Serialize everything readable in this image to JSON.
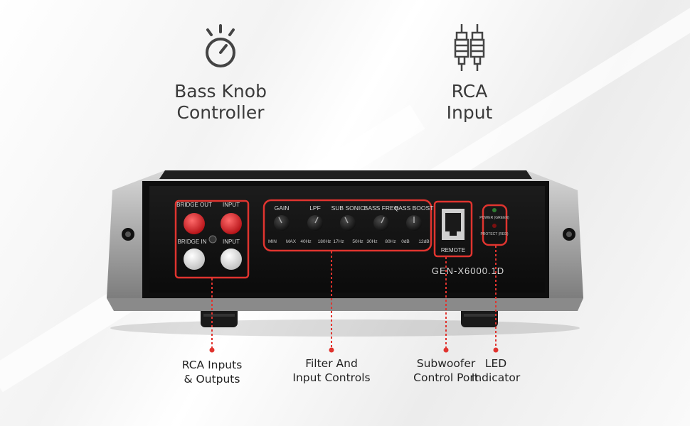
{
  "features": [
    {
      "label_line1": "Bass Knob",
      "label_line2": "Controller",
      "icon": "knob-icon"
    },
    {
      "label_line1": "RCA",
      "label_line2": "Input",
      "icon": "rca-cable-icon"
    }
  ],
  "panel": {
    "bridge_out": "BRIDGE OUT",
    "input_top": "INPUT",
    "bridge_in": "BRIDGE IN",
    "input_bottom": "INPUT",
    "controls": [
      "GAIN",
      "LPF",
      "SUB SONIC",
      "BASS FREQ",
      "BASS BOOST"
    ],
    "scale": [
      "MIN",
      "MAX",
      "40Hz",
      "180Hz",
      "17Hz",
      "50Hz",
      "30Hz",
      "80Hz",
      "0dB",
      "12dB"
    ],
    "remote": "REMOTE",
    "led_power": "POWER (GREEN)",
    "led_protect": "PROTECT (RED)",
    "model": "GEN-X6000.1D"
  },
  "callouts": [
    {
      "line1": "RCA Inputs",
      "line2": "& Outputs"
    },
    {
      "line1": "Filter And",
      "line2": "Input Controls"
    },
    {
      "line1": "Subwoofer",
      "line2": "Control Port"
    },
    {
      "line1": "LED",
      "line2": "Indicator"
    }
  ],
  "colors": {
    "accent": "#e0342f",
    "panel": "#121212",
    "housing": "#b8b8b8"
  }
}
